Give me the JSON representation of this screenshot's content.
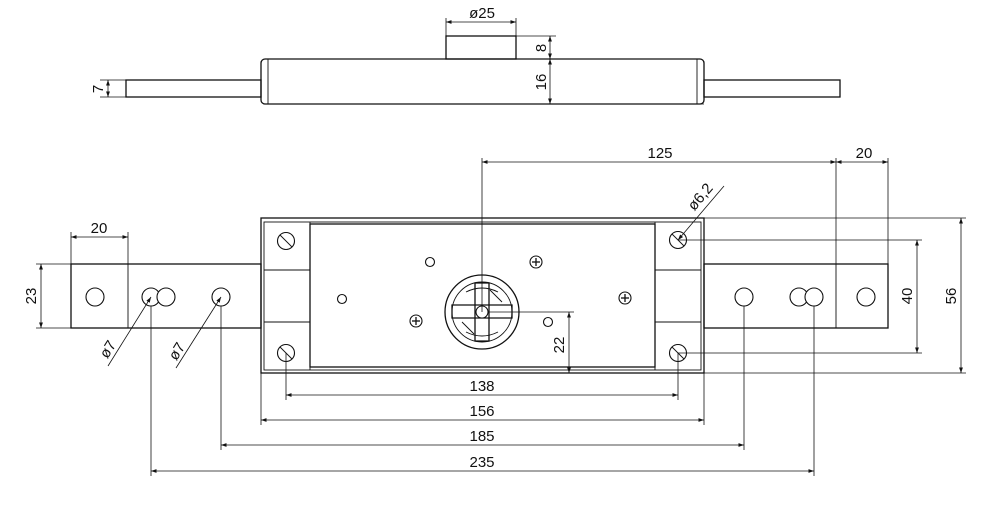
{
  "dimensions": {
    "key_cylinder_diameter": "ø25",
    "key_cylinder_height": "8",
    "body_height": "16",
    "bar_thickness": "7",
    "hole_spacing_horizontal": "125",
    "bar_end_right": "20",
    "bar_end_left": "20",
    "screw_diameter": "ø6,2",
    "bar_width": "23",
    "hole_diameter_left": "ø7",
    "hole_diameter_right": "ø7",
    "screw_spacing_vertical": "40",
    "body_overall_height": "56",
    "cylinder_offset": "22",
    "dim_138": "138",
    "dim_156": "156",
    "dim_185": "185",
    "dim_235": "235"
  },
  "colors": {
    "line": "#111111",
    "background": "#ffffff"
  }
}
